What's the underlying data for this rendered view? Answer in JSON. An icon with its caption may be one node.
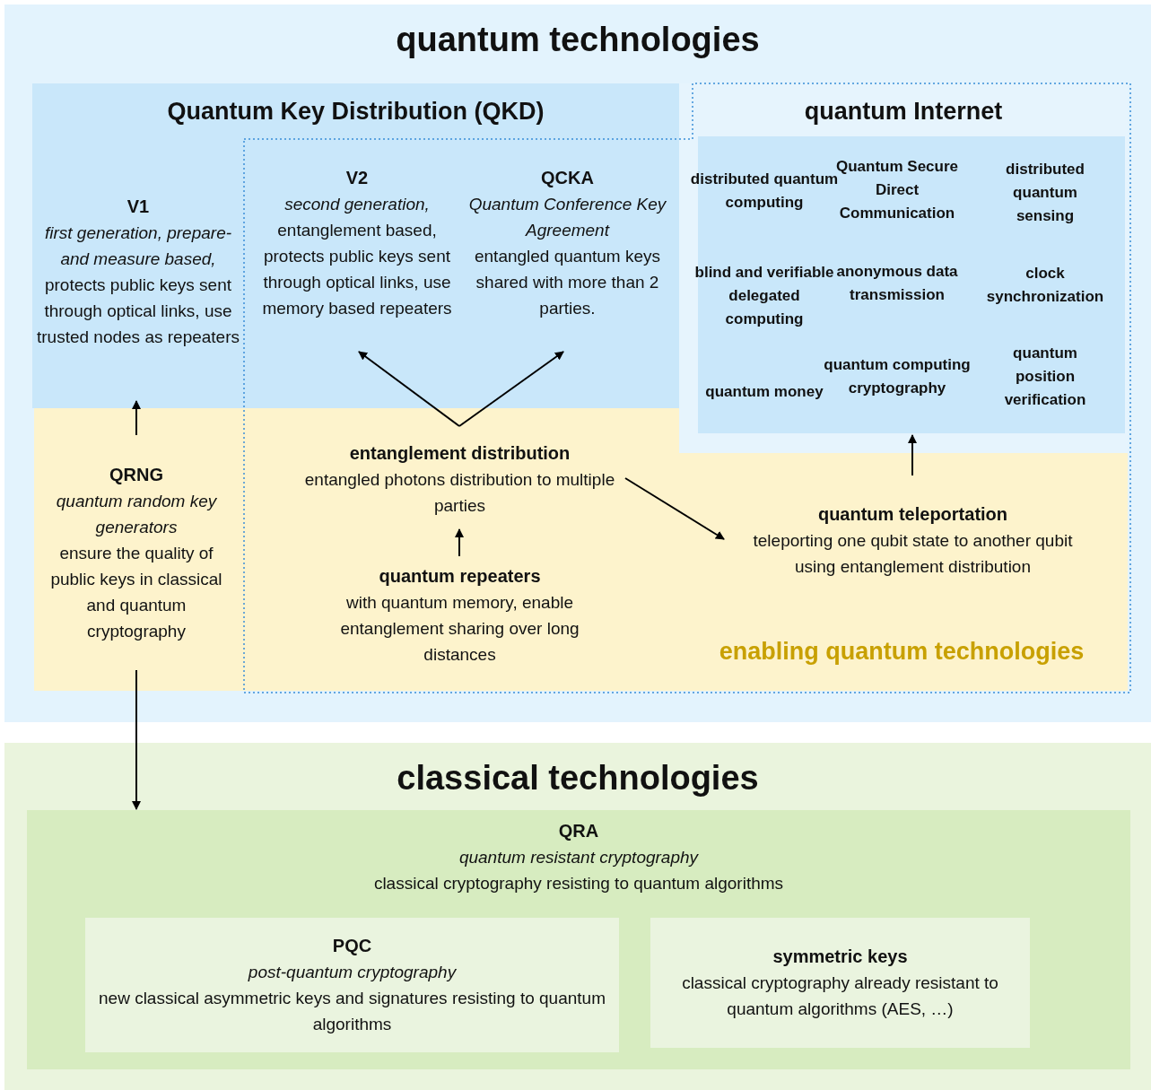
{
  "diagram": {
    "nodes": [
      {
        "text": [
          "quantum technologies"
        ]
      },
      {
        "text": [
          "Quantum Key Distribution (QKD)"
        ],
        "in": 0
      },
      {
        "text": [
          "V1",
          "first generation, prepare-and measure based,",
          "protects public keys sent through optical links, use trusted nodes as repeaters"
        ],
        "in": 1
      },
      {
        "text": [
          "V2",
          "second generation,",
          "entanglement based, protects public keys sent through optical links, use memory based repeaters"
        ],
        "in": 1
      },
      {
        "text": [
          "QCKA",
          "Quantum Conference Key Agreement",
          "entangled quantum keys shared with more than 2 parties."
        ],
        "in": 1
      },
      {
        "text": [
          "quantum Internet"
        ],
        "in": 0
      },
      {
        "text": [],
        "shape": "box",
        "in": 5
      },
      {
        "text": [
          "enabling quantum technologies"
        ],
        "in": 0
      },
      {
        "text": [
          "QRNG",
          "quantum random key generators",
          "ensure the quality of public keys in classical and quantum cryptography"
        ],
        "in": 7
      },
      {
        "text": [
          "entanglement distribution",
          "entangled photons distribution to multiple parties"
        ],
        "in": 7
      },
      {
        "text": [
          "quantum repeaters",
          "with quantum memory, enable entanglement sharing over long distances"
        ],
        "in": 7
      },
      {
        "text": [
          "quantum teleportation",
          "teleporting one qubit state to another qubit using entanglement distribution"
        ],
        "in": 7
      },
      {
        "text": [
          "classical technologies"
        ]
      },
      {
        "text": [
          "QRA",
          "quantum resistant cryptography",
          "classical cryptography resisting to quantum algorithms"
        ],
        "in": 12
      },
      {
        "text": [
          "PQC",
          "post-quantum cryptography",
          "new classical asymmetric keys and signatures resisting to quantum algorithms"
        ],
        "in": 13
      },
      {
        "text": [
          "symmetric keys",
          "classical cryptography already resistant to quantum algorithms (AES, …)"
        ],
        "in": 13
      }
    ],
    "edges": [
      {
        "from": 8,
        "to": 2,
        "arrow": "to"
      },
      {
        "from": 9,
        "to": 3,
        "arrow": "to"
      },
      {
        "from": 9,
        "to": 4,
        "arrow": "to"
      },
      {
        "from": 10,
        "to": 9,
        "arrow": "to"
      },
      {
        "from": 9,
        "to": 11,
        "arrow": "to"
      },
      {
        "from": 11,
        "to": 6,
        "arrow": "to"
      },
      {
        "from": 8,
        "to": 13,
        "arrow": "to"
      }
    ],
    "labels": [
      "distributed quantum computing",
      "Quantum Secure Direct Communication",
      "distributed quantum sensing",
      "blind and verifiable delegated computing",
      "anonymous data transmission",
      "clock synchronization",
      "quantum money",
      "quantum computing cryptography",
      "quantum position verification"
    ]
  }
}
